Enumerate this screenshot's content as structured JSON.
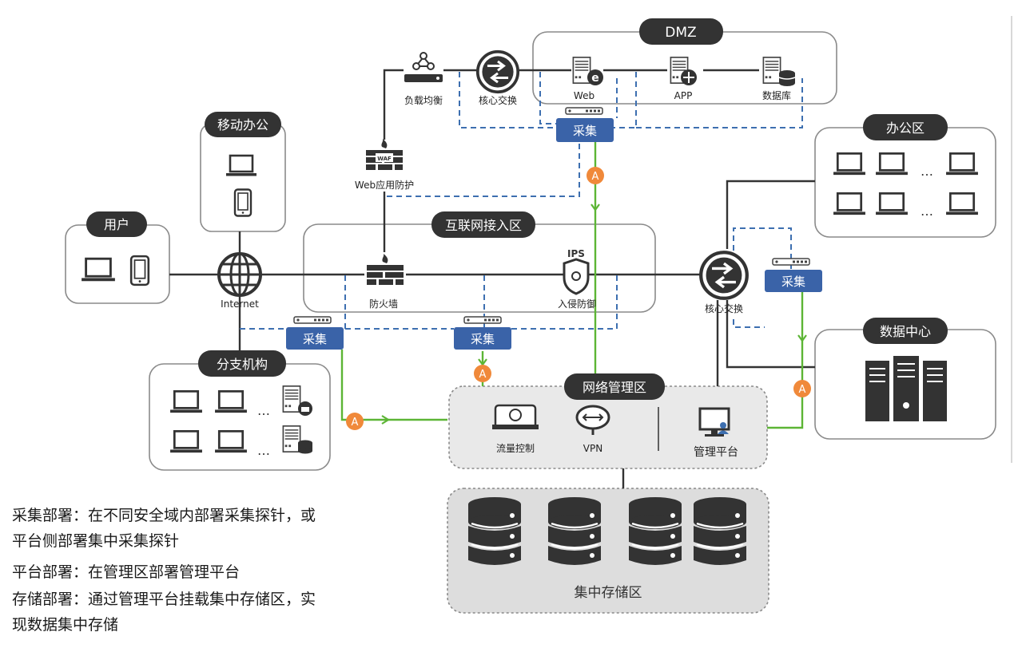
{
  "zones": {
    "dmz": "DMZ",
    "mobile": "移动办公",
    "user": "用户",
    "branch": "分支机构",
    "internet_access": "互联网接入区",
    "office": "办公区",
    "datacenter": "数据中心",
    "netmgmt": "网络管理区",
    "storage": "集中存储区"
  },
  "nodes": {
    "lb": "负载均衡",
    "core_top": "核心交换",
    "web": "Web",
    "app": "APP",
    "db": "数据库",
    "waf": "Web应用防护",
    "waf_badge": "WAF",
    "internet": "Internet",
    "firewall": "防火墙",
    "ips": "入侵防御",
    "ips_badge": "IPS",
    "core_right": "核心交换",
    "flow": "流量控制",
    "vpn": "VPN",
    "mgmt": "管理平台",
    "ellipsis": "…"
  },
  "collect": {
    "label": "采集",
    "agent": "A"
  },
  "description": {
    "line1": "采集部署：在不同安全域内部署采集探针，或",
    "line2": "平台侧部署集中采集探针",
    "line3": "平台部署：在管理区部署管理平台",
    "line4": "存储部署：通过管理平台挂载集中存储区，实",
    "line5": "现数据集中存储"
  },
  "colors": {
    "dark": "#333333",
    "collect_blue": "#3a63a8",
    "dash_blue": "#3d6fb0",
    "agent_orange": "#f0893a",
    "green": "#5cb535",
    "storage_bg": "#dddddd",
    "mgmt_bg": "#e9e9e9",
    "zone_border": "#8a8a8a"
  }
}
